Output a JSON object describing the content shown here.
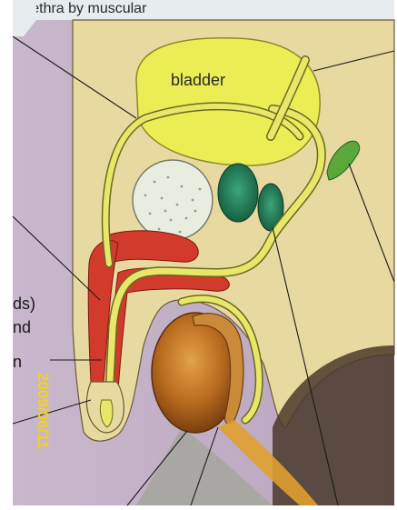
{
  "poster": {
    "heading_fragment": "urethra by muscular",
    "organ_label": "bladder",
    "left_fragments": [
      "ds)",
      "nd",
      "n"
    ]
  },
  "camera": {
    "date_stamp": "2009/06/11",
    "stamp_color": "#f2d21f"
  },
  "colors": {
    "skin": "#e8d9a0",
    "tube": "#e9e76a",
    "bladder": "#ecec55",
    "erectile": "#d23a2c",
    "gland_dark": "#1e7a55",
    "testis": "#b86a1e",
    "gland_green": "#5aa83c"
  }
}
